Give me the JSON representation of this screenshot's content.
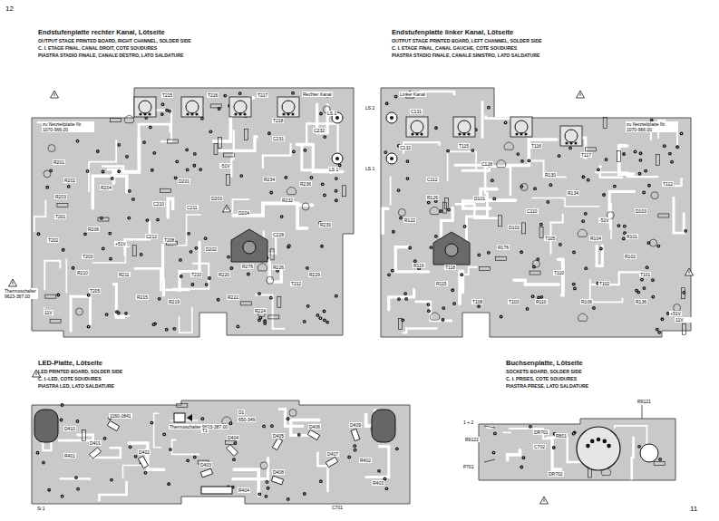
{
  "diagram": {
    "nodes": [
      {
        "text": [
          "Endstufenplatte rechter Kanal, Lötseite",
          "OUTPUT STAGE PRINTED BOARD, RIGHT CHANNEL, SOLDER SIDE",
          "C. I. ETAGE FINAL, CANAL DROIT, COTE SOUDURES",
          "PIASTRA STADIO FINALE, CANALE DESTRO, LATO SALDATURE"
        ]
      },
      {
        "text": [
          "Endstufenplatte linker Kanal, Lötseite",
          "OUTPUT STAGE PRINTED BOARD, LEFT CHANNEL, SOLDER SIDE",
          "C. I. ETAGE FINAL, CANAL GAUCHE, COTE SOUDURES",
          "PIASTRA STADIO FINALE, CANALE SINISTRO, LATO SALDATURE"
        ]
      },
      {
        "text": [
          "LED-Platte, Lötseite",
          "LED PRINTED BOARD, SOLDER SIDE",
          "C. I.-LED, COTE SOUDURES",
          "PIASTRA LED, LATO SALDATURE"
        ]
      },
      {
        "text": [
          "Buchsenplatte, Lötseite",
          "SOCKETS BOARD, SOLDER SIDE",
          "C. I. PRISES, COTE SOUDURES",
          "PIASTRA PRESE, LATO SALDATURE"
        ]
      }
    ],
    "labels": [
      "Rechter Kanal",
      "LS 2",
      "LS 1",
      "zu Netzteilplatte Nr. 1070-966.00",
      "C232",
      "C231",
      "T215",
      "T216",
      "T217",
      "T218",
      "R276",
      "D201",
      "D202",
      "D203",
      "D204",
      "C210",
      "C211",
      "C212",
      "C228",
      "T201",
      "T202",
      "T203",
      "T205",
      "T208",
      "T210",
      "T212",
      "R201",
      "R202",
      "R203",
      "R204",
      "R206",
      "R210",
      "R211",
      "R215",
      "R219",
      "R220",
      "R222",
      "R224",
      "R226",
      "R229",
      "R230",
      "R232",
      "R234",
      "R236",
      "-51V",
      "+51V",
      "11V",
      "Thermoschalter 9623-387.00",
      "Linker Kanal",
      "LS 2",
      "LS 1",
      "zu Netzteilplatte Nr. 1070-966.00",
      "C132",
      "C131",
      "T115",
      "T116",
      "T117",
      "T118",
      "R176",
      "D101",
      "D102",
      "D103",
      "T101",
      "T102",
      "T103",
      "T105",
      "T108",
      "T110",
      "T112",
      "R101",
      "R102",
      "R104",
      "R106",
      "R110",
      "R115",
      "R119",
      "R122",
      "R126",
      "R130",
      "R134",
      "R136",
      "C110",
      "C112",
      "C128",
      "-51V",
      "+51V",
      "11V",
      "Thermoschalter 9623-387.00",
      "T1",
      "D1",
      "650-349",
      "1160-0841",
      "D401",
      "D402",
      "D403",
      "D404",
      "D405",
      "D406",
      "D407",
      "D408",
      "D409",
      "D410",
      "R401",
      "R402",
      "R403",
      "R404",
      "Si 1",
      "1 + 2",
      "R9122",
      "P701",
      "R9121",
      "R801",
      "DR702",
      "DR701",
      "C702",
      "C701",
      "11",
      "12"
    ]
  }
}
